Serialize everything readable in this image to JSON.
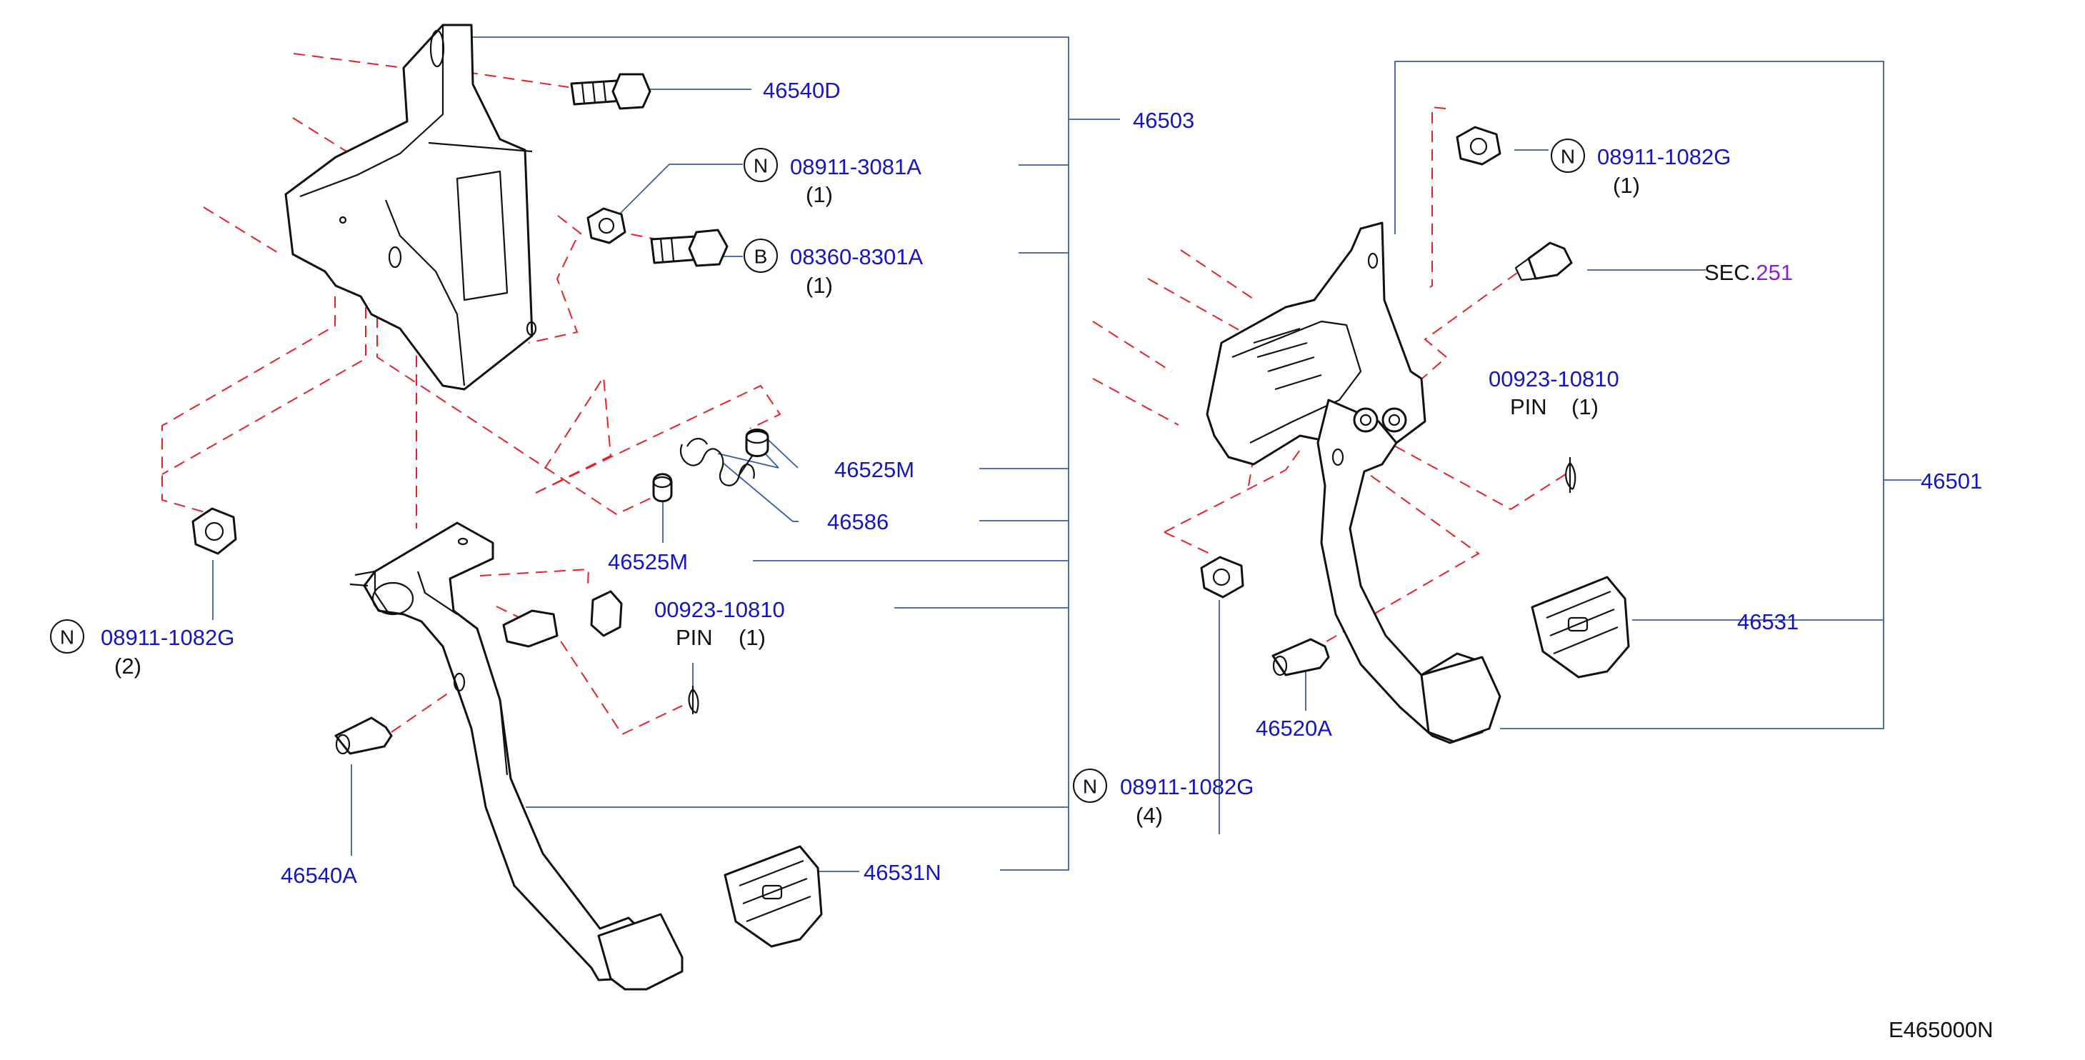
{
  "diagram_code": "E465000N",
  "labels": {
    "l_46540D": "46540D",
    "l_46503": "46503",
    "l_08911_3081A": "08911-3081A",
    "q_08911_3081A": "(1)",
    "l_08360_8301A": "08360-8301A",
    "q_08360_8301A": "(1)",
    "l_46525M_a": "46525M",
    "l_46586": "46586",
    "l_46525M_b": "46525M",
    "l_00923_10810_left": "00923-10810",
    "pin_left": "PIN",
    "q_pin_left": "(1)",
    "l_08911_1082G_left": "08911-1082G",
    "q_08911_1082G_left": "(2)",
    "l_46540A": "46540A",
    "l_46531N": "46531N",
    "l_08911_1082G_center": "08911-1082G",
    "q_08911_1082G_center": "(4)",
    "l_08911_1082G_right": "08911-1082G",
    "q_08911_1082G_right": "(1)",
    "sec_prefix": "SEC.",
    "sec_num": "251",
    "l_00923_10810_right": "00923-10810",
    "pin_right": "PIN",
    "q_pin_right": "(1)",
    "l_46501": "46501",
    "l_46531": "46531",
    "l_46520A": "46520A"
  },
  "markers": {
    "n": "N",
    "b": "B"
  },
  "colors": {
    "part_number": "#1414c8",
    "leader_line": "#3a5ba8",
    "dashed_guide": "#e8202a",
    "section_ref": "#8a1fd6"
  }
}
